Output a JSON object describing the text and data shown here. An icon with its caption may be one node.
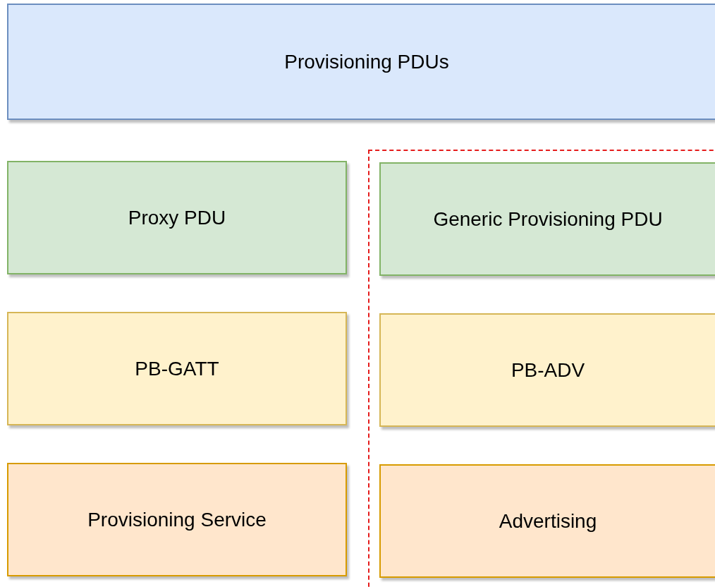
{
  "diagram": {
    "nodes": [
      {
        "text": [
          "Provisioning PDUs"
        ]
      },
      {
        "text": [
          "Proxy PDU"
        ]
      },
      {
        "text": [],
        "shape": "box"
      },
      {
        "text": [
          "Generic Provisioning PDU"
        ],
        "in": 2
      },
      {
        "text": [
          "PB-GATT"
        ]
      },
      {
        "text": [
          "PB-ADV"
        ],
        "in": 2
      },
      {
        "text": [
          "Provisioning Service"
        ]
      },
      {
        "text": [
          "Advertising"
        ],
        "in": 2
      }
    ]
  }
}
